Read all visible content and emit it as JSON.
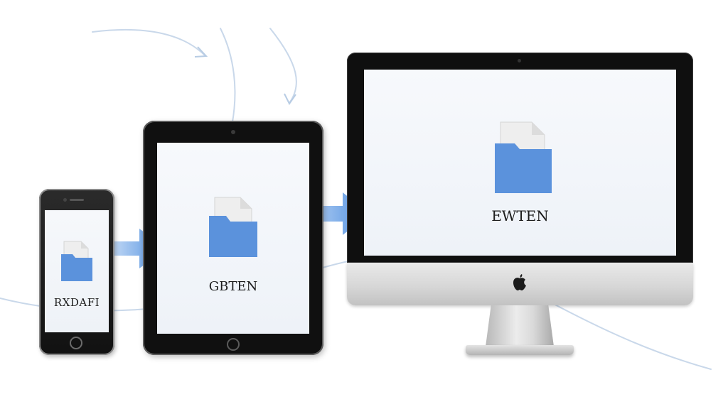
{
  "devices": {
    "phone": {
      "folder_label": "RXDAFI"
    },
    "tablet": {
      "folder_label": "GBTEN"
    },
    "monitor": {
      "folder_label": "EWTEN"
    }
  },
  "icons": {
    "folder": "folder-icon",
    "arrow": "arrow-right-icon",
    "brand": "apple-logo-icon"
  },
  "colors": {
    "folder_blue": "#5b92dc",
    "folder_paper": "#eeeeee",
    "arrow_blue": "#4b8de0",
    "swirl": "#c9d8ea"
  }
}
